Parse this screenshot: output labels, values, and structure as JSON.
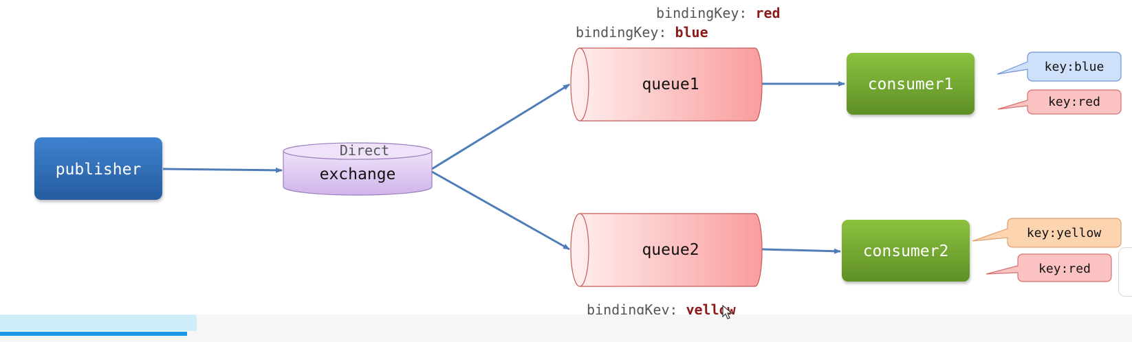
{
  "diagram": {
    "publisher": "publisher",
    "exchange": {
      "type_label": "Direct",
      "label": "exchange"
    },
    "queues": [
      {
        "label": "queue1",
        "binding_keys": [
          "red",
          "blue"
        ]
      },
      {
        "label": "queue2",
        "binding_keys": [
          "yellow",
          "red"
        ]
      }
    ],
    "binding_key_prefix": "bindingKey:",
    "consumers": [
      {
        "label": "consumer1",
        "message_keys": [
          "key:blue",
          "key:red"
        ]
      },
      {
        "label": "consumer2",
        "message_keys": [
          "key:yellow",
          "key:red"
        ]
      }
    ]
  },
  "colors": {
    "publisher": "#2e6fba",
    "exchange": "#ddc9ef",
    "queue": "#fbaeae",
    "consumer": "#76a832",
    "arrow": "#4f7db8",
    "binding_value": "#8b1a1a",
    "key_blue": "#cfe0fb",
    "key_red": "#fbc2c2",
    "key_yellow": "#fcd4b0"
  },
  "player": {
    "progress": 0.165
  }
}
